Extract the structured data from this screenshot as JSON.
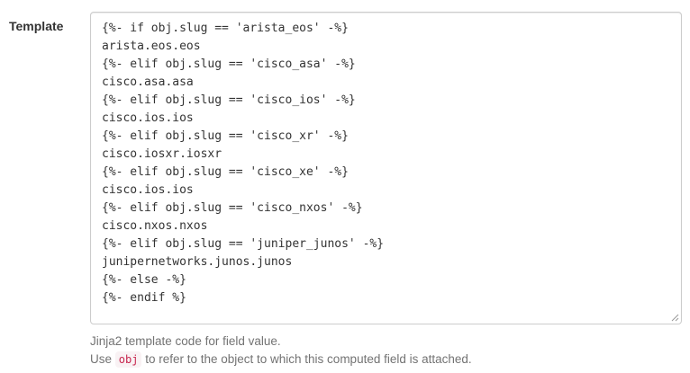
{
  "field": {
    "label": "Template"
  },
  "template_code": {
    "lines": [
      "{%- if obj.slug == 'arista_eos' -%}",
      "arista.eos.eos",
      "{%- elif obj.slug == 'cisco_asa' -%}",
      "cisco.asa.asa",
      "{%- elif obj.slug == 'cisco_ios' -%}",
      "cisco.ios.ios",
      "{%- elif obj.slug == 'cisco_xr' -%}",
      "cisco.iosxr.iosxr",
      "{%- elif obj.slug == 'cisco_xe' -%}",
      "cisco.ios.ios",
      "{%- elif obj.slug == 'cisco_nxos' -%}",
      "cisco.nxos.nxos",
      "{%- elif obj.slug == 'juniper_junos' -%}",
      "junipernetworks.junos.junos",
      "{%- else -%}",
      "{%- endif %}"
    ]
  },
  "help": {
    "line1": "Jinja2 template code for field value.",
    "line2_prefix": "Use ",
    "line2_code": "obj",
    "line2_suffix": " to refer to the object to which this computed field is attached."
  },
  "colors": {
    "inline_code_text": "#c7254e",
    "inline_code_bg": "#f9f2f4",
    "help_text": "#737373",
    "border": "#cccccc"
  }
}
